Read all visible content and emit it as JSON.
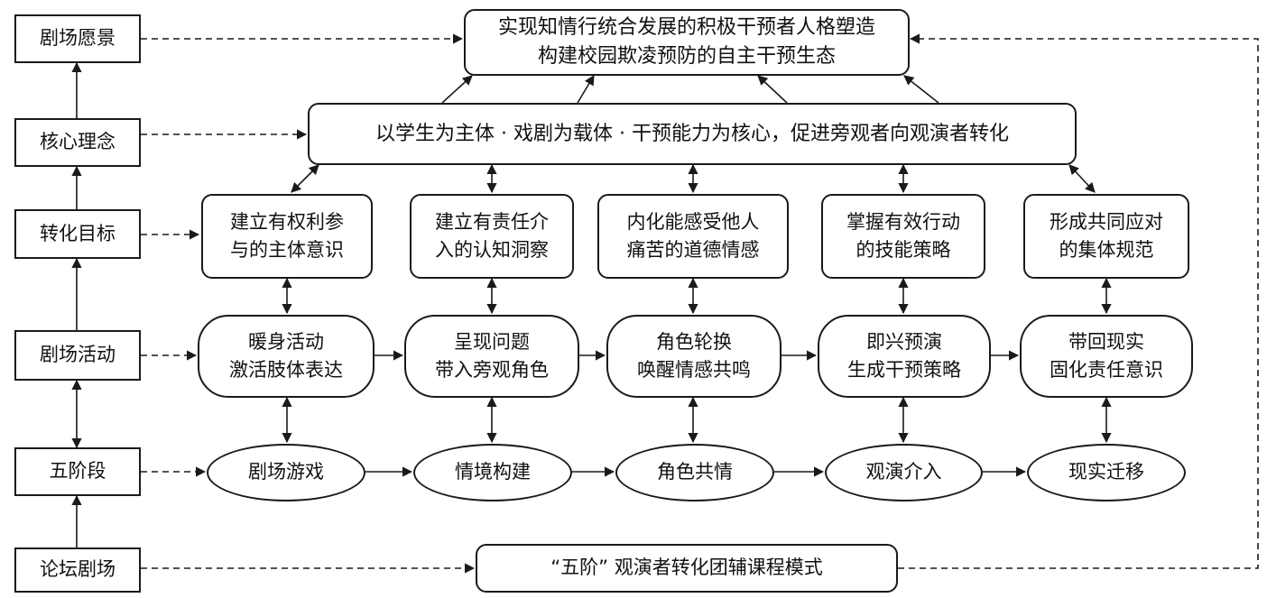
{
  "left_column": {
    "vision": "剧场愿景",
    "concept": "核心理念",
    "goal": "转化目标",
    "activity": "剧场活动",
    "stages": "五阶段",
    "forum": "论坛剧场"
  },
  "vision_box": "实现知情行统合发展的积极干预者人格塑造\n构建校园欺凌预防的自主干预生态",
  "concept_box": "以学生为主体 · 戏剧为载体 · 干预能力为核心，促进旁观者向观演者转化",
  "goals": [
    "建立有权利参\n与的主体意识",
    "建立有责任介\n入的认知洞察",
    "内化能感受他人\n痛苦的道德情感",
    "掌握有效行动\n的技能策略",
    "形成共同应对\n的集体规范"
  ],
  "activities": [
    "暖身活动\n激活肢体表达",
    "呈现问题\n带入旁观角色",
    "角色轮换\n唤醒情感共鸣",
    "即兴预演\n生成干预策略",
    "带回现实\n固化责任意识"
  ],
  "stages": [
    "剧场游戏",
    "情境构建",
    "角色共情",
    "观演介入",
    "现实迁移"
  ],
  "course_box": "“五阶” 观演者转化团辅课程模式"
}
